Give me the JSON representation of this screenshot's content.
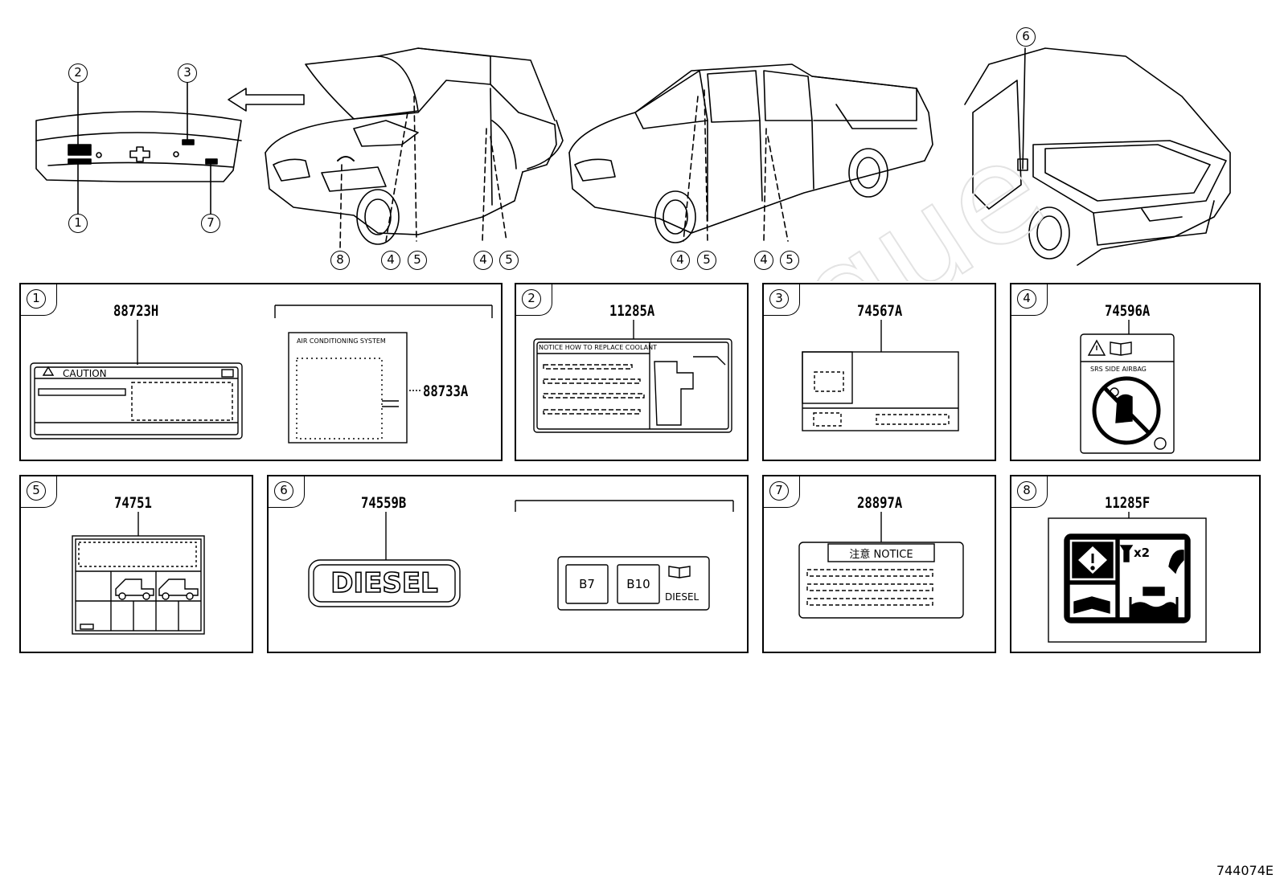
{
  "callouts": {
    "top_1": "1",
    "top_2": "2",
    "top_3": "3",
    "top_7": "7",
    "van_8": "8",
    "van_4a": "4",
    "van_5a": "5",
    "van_4b": "4",
    "van_5b": "5",
    "dc_4a": "4",
    "dc_5a": "5",
    "dc_4b": "4",
    "dc_5b": "5",
    "rear_6": "6"
  },
  "panels": [
    {
      "index": "1",
      "part_numbers": [
        "88723H",
        "88733A"
      ]
    },
    {
      "index": "2",
      "part_numbers": [
        "11285A"
      ]
    },
    {
      "index": "3",
      "part_numbers": [
        "74567A"
      ]
    },
    {
      "index": "4",
      "part_numbers": [
        "74596A"
      ]
    },
    {
      "index": "5",
      "part_numbers": [
        "74751"
      ]
    },
    {
      "index": "6",
      "part_numbers": [
        "74559B"
      ]
    },
    {
      "index": "7",
      "part_numbers": [
        "28897A"
      ]
    },
    {
      "index": "8",
      "part_numbers": [
        "11285F"
      ]
    }
  ],
  "label_texts": {
    "caution": "CAUTION",
    "ac_system": "AIR CONDITIONING SYSTEM",
    "notice_coolant": "NOTICE HOW TO REPLACE COOLANT",
    "srs_side_airbag": "SRS SIDE AIRBAG",
    "diesel_badge": "DIESEL",
    "b7": "B7",
    "b10": "B10",
    "diesel_small": "DIESEL",
    "notice": "注意 NOTICE",
    "x2": "x2"
  },
  "watermark": "ToyotaCatalogue",
  "diagram_id": "744074E"
}
